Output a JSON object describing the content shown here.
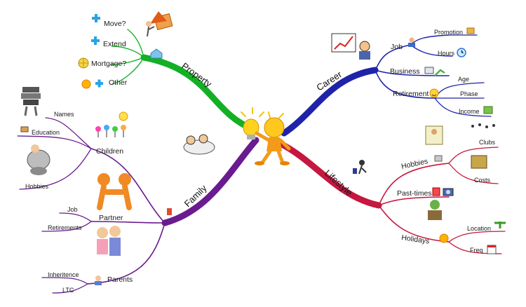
{
  "branches": {
    "property": {
      "label": "Property",
      "color": "#13b024",
      "items": {
        "move": "Move?",
        "extend": "Extend",
        "mortgage": "Mortgage?",
        "other": "Other"
      }
    },
    "career": {
      "label": "Career",
      "color": "#1f23a8",
      "job": {
        "label": "Job",
        "promotion": "Promotion",
        "hours": "Hours"
      },
      "business": "Business",
      "retirement": {
        "label": "Retirement",
        "age": "Age",
        "phase": "Phase",
        "income": "Income"
      }
    },
    "family": {
      "label": "Family",
      "color": "#6a1b8f",
      "children": {
        "label": "Children",
        "names": "Names",
        "education": "Education",
        "hobbies": "Hobbies"
      },
      "partner": {
        "label": "Partner",
        "job": "Job",
        "retirements": "Retirements"
      },
      "parents": {
        "label": "Parents",
        "inheritence": "Inheritence",
        "ltc": "LTC"
      }
    },
    "lifestyle": {
      "label": "Lifestyle",
      "color": "#c5173f",
      "hobbies": {
        "label": "Hobbies",
        "clubs": "Clubs",
        "costs": "Costs"
      },
      "pasttimes": "Past-times",
      "holidays": {
        "label": "Holidays",
        "location": "Location",
        "freq": "Freq"
      }
    }
  },
  "icons": [
    "lightbulb-figure-icon",
    "house-icon",
    "plus-icon",
    "globe-icon",
    "chart-icon",
    "person-icon",
    "clock-icon",
    "smiley-icon",
    "money-icon",
    "family-icon",
    "handshake-icon",
    "couple-icon",
    "elders-icon",
    "sun-icon",
    "palm-icon",
    "calendar-icon",
    "camera-icon",
    "popcorn-icon"
  ]
}
